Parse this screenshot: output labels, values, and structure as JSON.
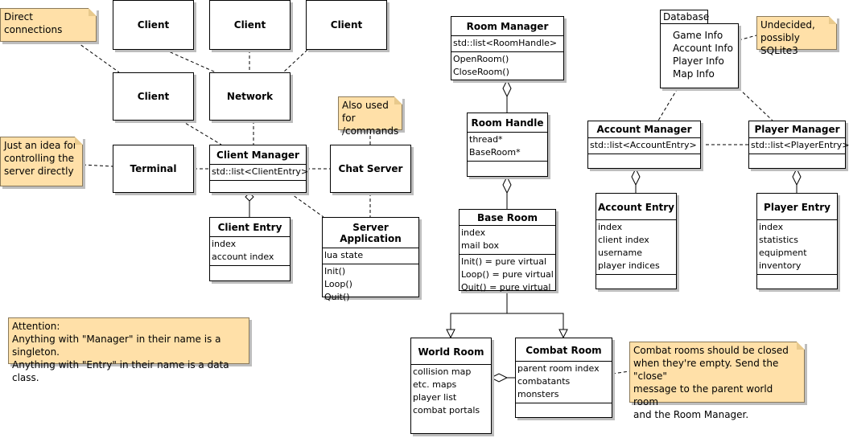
{
  "simple_boxes": {
    "client1": "Client",
    "client2": "Client",
    "client3": "Client",
    "client4": "Client",
    "network": "Network",
    "terminal": "Terminal",
    "chat_server": "Chat Server"
  },
  "client_manager": {
    "title": "Client Manager",
    "attributes": [
      "std::list<ClientEntry>"
    ]
  },
  "client_entry": {
    "title": "Client Entry",
    "attributes": [
      "index",
      "account index"
    ]
  },
  "server_application": {
    "title": "Server Application",
    "attributes": [
      "lua state"
    ],
    "methods": [
      "Init()",
      "Loop()",
      "Quit()"
    ]
  },
  "room_manager": {
    "title": "Room Manager",
    "attributes": [
      "std::list<RoomHandle>"
    ],
    "methods": [
      "OpenRoom()",
      "CloseRoom()"
    ]
  },
  "room_handle": {
    "title": "Room Handle",
    "attributes": [
      "thread*",
      "BaseRoom*"
    ]
  },
  "base_room": {
    "title": "Base Room",
    "attributes": [
      "index",
      "mail box"
    ],
    "methods": [
      "Init() = pure virtual",
      "Loop() = pure virtual",
      "Quit() = pure virtual"
    ]
  },
  "world_room": {
    "title": "World Room",
    "attributes": [
      "collision map",
      "etc. maps",
      "player list",
      "combat portals"
    ]
  },
  "combat_room": {
    "title": "Combat Room",
    "attributes": [
      "parent room index",
      "combatants",
      "monsters"
    ]
  },
  "database": {
    "tab": "Database",
    "items": [
      "Game Info",
      "Account Info",
      "Player Info",
      "Map Info"
    ]
  },
  "account_manager": {
    "title": "Account Manager",
    "attributes": [
      "std::list<AccountEntry>"
    ]
  },
  "player_manager": {
    "title": "Player Manager",
    "attributes": [
      "std::list<PlayerEntry>"
    ]
  },
  "account_entry": {
    "title": "Account Entry",
    "attributes": [
      "index",
      "client index",
      "username",
      "player indices"
    ]
  },
  "player_entry": {
    "title": "Player Entry",
    "attributes": [
      "index",
      "statistics",
      "equipment",
      "inventory"
    ]
  },
  "notes": {
    "direct_connections": "Direct connections",
    "terminal_idea": [
      "Just an idea for",
      "controlling the",
      "server directly"
    ],
    "chat_commands": [
      "Also used for",
      "/commands"
    ],
    "database_undecided": [
      "Undecided,",
      "possibly SQLite3"
    ],
    "attention": [
      "Attention:",
      "Anything with \"Manager\" in their name is a singleton.",
      "Anything with \"Entry\" in their name is a data class."
    ],
    "combat_rooms": [
      "Combat rooms should be closed",
      "when they're empty. Send the \"close\"",
      "message to the parent world room",
      "and the Room Manager."
    ]
  }
}
